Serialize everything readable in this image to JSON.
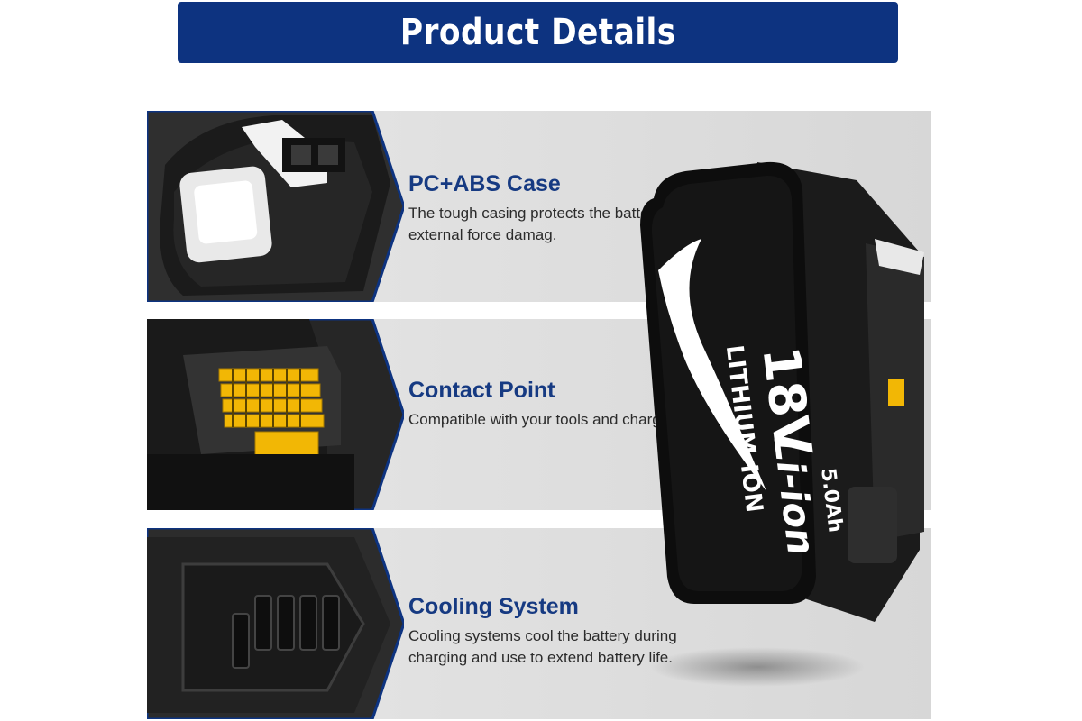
{
  "banner": {
    "title": "Product Details"
  },
  "features": [
    {
      "title": "PC+ABS Case",
      "description": "The tough casing protects the battery from external force damag.",
      "image": "battery-latch-closeup"
    },
    {
      "title": "Contact Point",
      "description": "Compatible with your tools and chargers.",
      "image": "gold-contact-terminals-closeup"
    },
    {
      "title": "Cooling System",
      "description": "Cooling systems cool the battery during charging and use to extend battery life.",
      "image": "cooling-vents-closeup"
    }
  ],
  "product": {
    "image": "battery-pack",
    "label": {
      "voltage": "18V",
      "chemistry": "Li-ion",
      "type": "LITHIUM-ION",
      "capacity": "5.0Ah"
    }
  },
  "colors": {
    "banner": "#0d3380",
    "title_text": "#163a82",
    "panel": "#e2e2e2",
    "panel_edge": "#0d3380",
    "contact_gold": "#f2b705"
  }
}
